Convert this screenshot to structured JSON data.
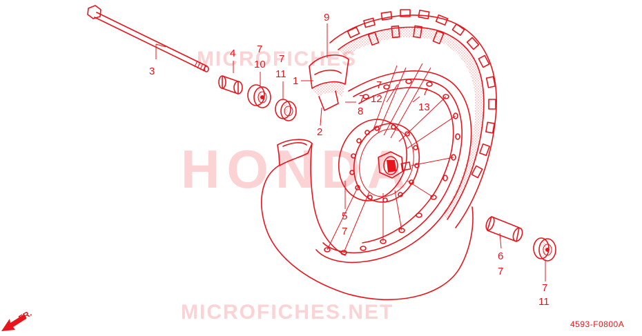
{
  "colors": {
    "ink": "#e8141b",
    "watermark_fill": "#fbd3d5",
    "background": "#ffffff"
  },
  "watermarks": {
    "top": "MICROFICHES",
    "center": "HONDA",
    "bottom": "MICROFICHES.NET"
  },
  "direction_marker": {
    "label": "FR."
  },
  "diagram_code": "4593-F0800A",
  "callouts": {
    "c1": "1",
    "c2": "2",
    "c3": "3",
    "c4": "4",
    "c5a": "5",
    "c5b": "7",
    "c6a": "6",
    "c6b": "7",
    "c7_bearing_a": "7",
    "c10": "10",
    "c7_bearing_b": "7",
    "c11_top": "11",
    "c9": "9",
    "c7_tube": "7",
    "c8": "8",
    "c7_spoke_a": "7",
    "c12": "12",
    "c7_spoke_b": "7",
    "c13": "13",
    "c7_bottom": "7",
    "c11_bottom": "11"
  }
}
